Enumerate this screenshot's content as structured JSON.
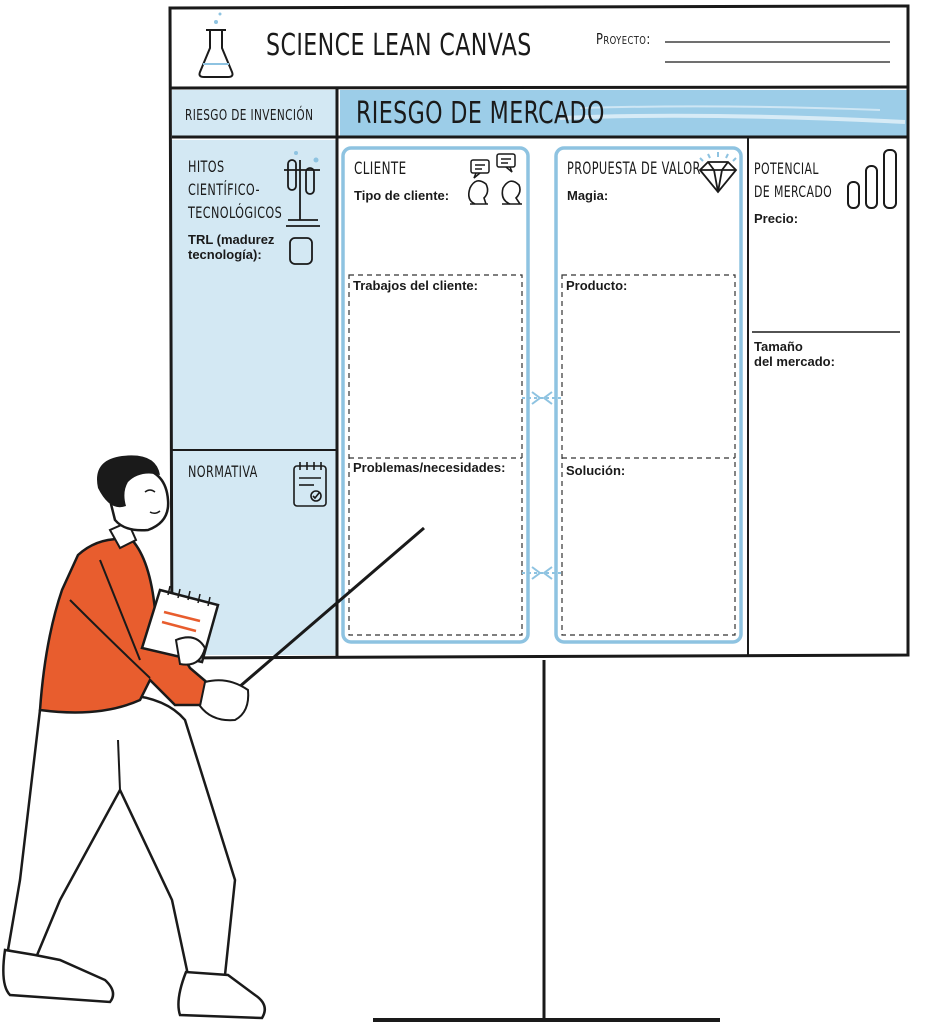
{
  "header": {
    "title": "SCIENCE LEAN CANVAS",
    "project_label": "Proyecto:"
  },
  "sections": {
    "invention_risk": "RIESGO DE INVENCIÓN",
    "market_risk": "RIESGO DE MERCADO"
  },
  "blocks": {
    "milestones": {
      "title_lines": [
        "HITOS",
        "CIENTÍFICO-",
        "TECNOLÓGICOS"
      ],
      "trl_lines": [
        "TRL (madurez",
        "tecnología):"
      ]
    },
    "regulation": {
      "title": "NORMATIVA"
    },
    "customer": {
      "title": "CLIENTE",
      "type_label": "Tipo de cliente:",
      "jobs_label": "Trabajos del cliente:",
      "problems_label": "Problemas/necesidades:"
    },
    "value_proposition": {
      "title": "PROPUESTA DE VALOR",
      "magic_label": "Magia:",
      "product_label": "Producto:",
      "solution_label": "Solución:"
    },
    "market_potential": {
      "title_lines": [
        "POTENCIAL",
        "DE MERCADO"
      ],
      "price_label": "Precio:",
      "size_lines": [
        "Tamaño",
        "del mercado:"
      ]
    }
  },
  "colors": {
    "ink": "#1a1a1a",
    "light_blue": "#d3e8f3",
    "accent_blue": "#8ec3e1",
    "bar_blue": "#9ccde8",
    "shirt_orange": "#e85d2e"
  },
  "icons": [
    "flask-icon",
    "test-tubes-icon",
    "diamond-icon",
    "chat-bubbles-icon",
    "people-icon",
    "clipboard-icon",
    "bar-chart-icon",
    "notepad-icon"
  ]
}
